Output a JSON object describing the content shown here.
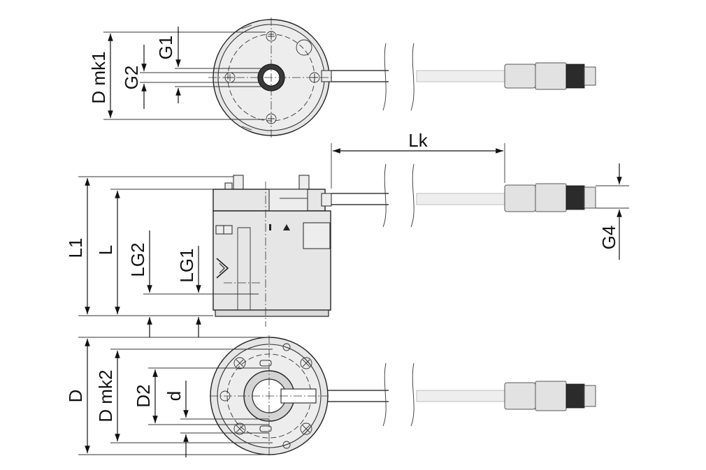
{
  "drawing": {
    "labels": {
      "d_mk1": "D mk1",
      "g1": "G1",
      "g2": "G2",
      "lk": "Lk",
      "l1": "L1",
      "l": "L",
      "lg2": "LG2",
      "lg1": "LG1",
      "g4": "G4",
      "d": "D",
      "d_mk2": "D mk2",
      "d2": "D2",
      "d_small": "d"
    },
    "colors": {
      "line": "#111111",
      "body_fill": "#e6e6e6",
      "ghost_cable": "#bdbdbd",
      "connector_nut": "#2b2b2b"
    },
    "icons": {
      "ground_symbol": "ground-triangle-icon",
      "warning_symbol": "warning-triangle-icon"
    }
  }
}
